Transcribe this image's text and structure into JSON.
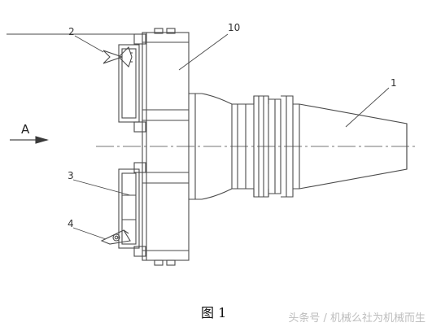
{
  "figure": {
    "caption": "图 1",
    "watermark": "头条号 / 机械么社为机械而生",
    "view_arrow_label": "A",
    "part_labels": {
      "label_1": "1",
      "label_2": "2",
      "label_3": "3",
      "label_4": "4",
      "label_10": "10"
    }
  }
}
